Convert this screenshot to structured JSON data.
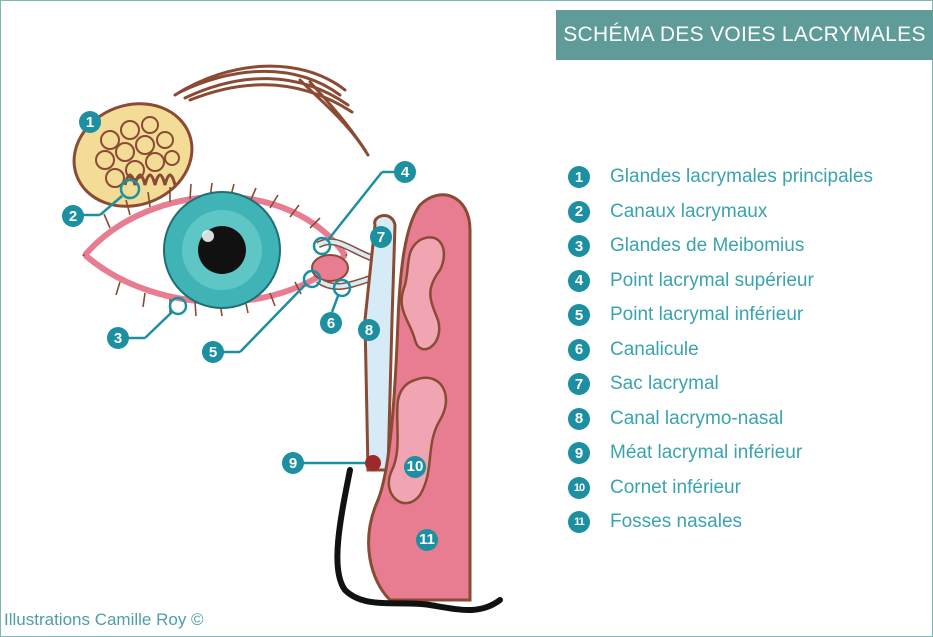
{
  "title": "SCHÉMA DES VOIES LACRYMALES",
  "credit": "Illustrations Camille Roy ©",
  "legend": [
    {
      "num": "1",
      "label": "Glandes lacrymales principales"
    },
    {
      "num": "2",
      "label": "Canaux lacrymaux"
    },
    {
      "num": "3",
      "label": "Glandes de Meibomius"
    },
    {
      "num": "4",
      "label": "Point lacrymal supérieur"
    },
    {
      "num": "5",
      "label": "Point lacrymal inférieur"
    },
    {
      "num": "6",
      "label": "Canalicule"
    },
    {
      "num": "7",
      "label": "Sac lacrymal"
    },
    {
      "num": "8",
      "label": "Canal lacrymo-nasal"
    },
    {
      "num": "9",
      "label": "Méat lacrymal inférieur"
    },
    {
      "num": "10",
      "label": "Cornet inférieur"
    },
    {
      "num": "11",
      "label": "Fosses nasales"
    }
  ],
  "markers": [
    "1",
    "2",
    "3",
    "4",
    "5",
    "6",
    "7",
    "8",
    "9",
    "10",
    "11"
  ],
  "colors": {
    "accent": "#1c8fa0",
    "title_bg": "#5f9b98",
    "legend_text": "#3aa3b0",
    "iris": "#3fb3b5",
    "gland": "#f2dc96",
    "tissue": "#e87d92",
    "duct": "#d7ebf7"
  }
}
